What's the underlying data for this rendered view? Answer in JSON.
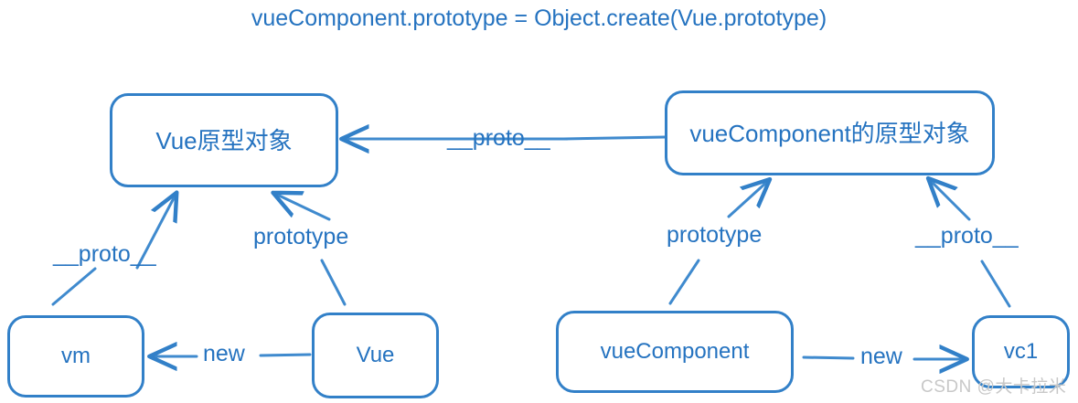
{
  "diagram": {
    "title": "vueComponent.prototype = Object.create(Vue.prototype)",
    "stroke_color": "#3280c8",
    "text_color": "#2573c0",
    "background_color": "#ffffff",
    "nodes": [
      {
        "id": "vue-proto",
        "label": "Vue原型对象"
      },
      {
        "id": "vc-proto",
        "label": "vueComponent的原型对象"
      },
      {
        "id": "vm",
        "label": "vm"
      },
      {
        "id": "vue",
        "label": "Vue"
      },
      {
        "id": "vuecomponent",
        "label": "vueComponent"
      },
      {
        "id": "vc1",
        "label": "vc1"
      }
    ],
    "edges": [
      {
        "id": "proto-top",
        "label": "__proto__",
        "from": "vc-proto",
        "to": "vue-proto"
      },
      {
        "id": "proto-left",
        "label": "__proto__",
        "from": "vm",
        "to": "vue-proto"
      },
      {
        "id": "prototype-left",
        "label": "prototype",
        "from": "vue",
        "to": "vue-proto"
      },
      {
        "id": "prototype-right",
        "label": "prototype",
        "from": "vuecomponent",
        "to": "vc-proto"
      },
      {
        "id": "proto-right",
        "label": "__proto__",
        "from": "vc1",
        "to": "vc-proto"
      },
      {
        "id": "new-left",
        "label": "new",
        "from": "vue",
        "to": "vm"
      },
      {
        "id": "new-right",
        "label": "new",
        "from": "vuecomponent",
        "to": "vc1"
      }
    ],
    "watermark": "CSDN @大卡拉米"
  }
}
